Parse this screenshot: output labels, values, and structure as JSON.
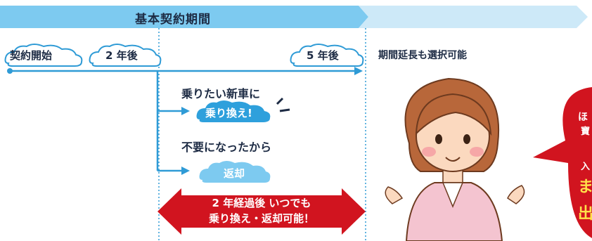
{
  "header": {
    "term_label": "基本契約期間"
  },
  "timeline": {
    "labels": [
      "契約開始",
      "2 年後",
      "5 年後"
    ],
    "extension_note": "期間延長も選択可能"
  },
  "options": [
    {
      "caption": "乗りたい新車に",
      "badge": "乗り換え!"
    },
    {
      "caption": "不要になったから",
      "badge": "返却"
    }
  ],
  "banner": {
    "line1": "2 年経過後 いつでも",
    "line2": "乗り換え・返却可能！"
  },
  "speech": {
    "chars": [
      "ほ",
      "寶",
      "入",
      "ま",
      "出"
    ]
  },
  "colors": {
    "arrow_light": "#7dcaf0",
    "arrow_pale": "#cde9f8",
    "line_blue": "#2f9bd6",
    "cloud_fill": "#2ea0dc",
    "banner_red": "#d1141f",
    "text_dark": "#1d2b44"
  }
}
